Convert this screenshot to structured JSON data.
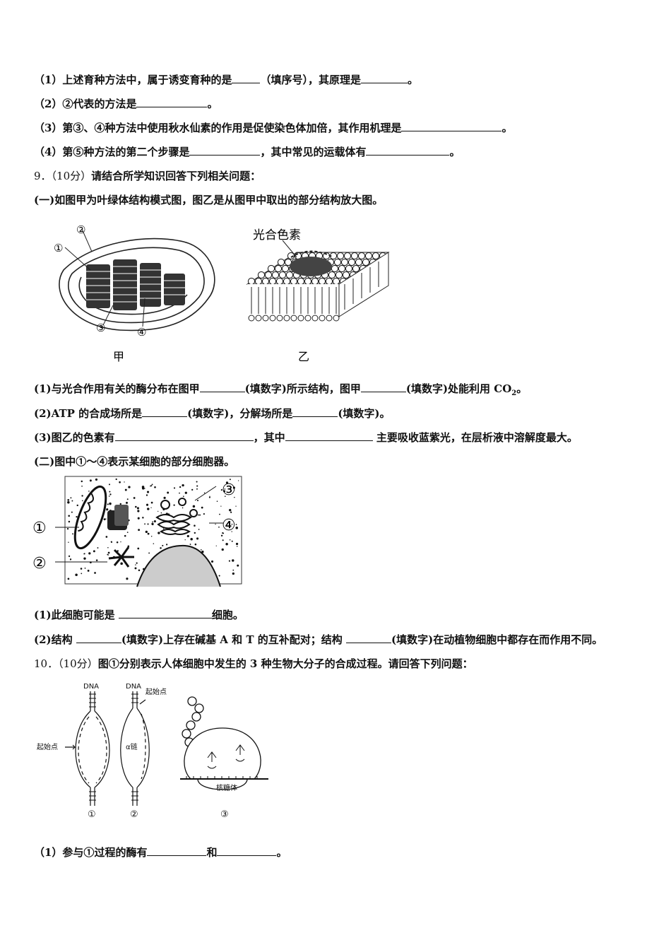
{
  "lines": {
    "l1": {
      "a": "（1）上述育种方法中，属于诱变育种的是",
      "b": "（填序号），其原理是",
      "c": "。"
    },
    "l2": {
      "a": "（2）②代表的方法是",
      "b": "。"
    },
    "l3": {
      "a": "（3）第③、④种方法中使用秋水仙素的作用是促使染色体加倍，其作用机理是",
      "b": "。"
    },
    "l4": {
      "a": "（4）第⑤种方法的第二个步骤是",
      "b": "，其中常见的运载体有",
      "c": "。"
    },
    "q9": {
      "num": "9．（10分）",
      "text": "请结合所学知识回答下列相关问题："
    },
    "p1": "(一)如图甲为叶绿体结构模式图，图乙是从图甲中取出的部分结构放大图。",
    "l5": {
      "a": "(1)与光合作用有关的酶分布在图甲",
      "b": "(填数字)所示结构，图甲",
      "c": "(填数字)处能利用 CO",
      "sub": "2",
      "d": "。"
    },
    "l6": {
      "a": "(2)ATP 的合成场所是",
      "b": "(填数字)，分解场所是",
      "c": "(填数字)。"
    },
    "l7": {
      "a": "(3)图乙的色素有",
      "b": "，其中",
      "c": "主要吸收蓝紫光，在层析液中溶解度最大。"
    },
    "p2": "(二)图中①～④表示某细胞的部分细胞器。",
    "l8": {
      "a": "(1)此细胞可能是",
      "b": "细胞。"
    },
    "l9": {
      "a": "(2)结构",
      "b": "(填数字)上存在碱基 A 和 T 的互补配对；结构",
      "c": "(填数字)在动植物细胞中都存在而作用不同。"
    },
    "q10": {
      "num": "10．（10分）",
      "text": "图①分别表示人体细胞中发生的 3 种生物大分子的合成过程。请回答下列问题："
    },
    "l10": {
      "a": "（1）参与①过程的酶有",
      "b": "和",
      "c": "。"
    }
  },
  "fig1": {
    "jia": "甲",
    "yi": "乙",
    "pigment": "光合色素",
    "n1": "①",
    "n2": "②",
    "n3": "③",
    "n4": "④"
  },
  "fig2": {
    "n1": "①",
    "n2": "②",
    "n3": "③",
    "n4": "④"
  },
  "fig3": {
    "dna": "DNA",
    "start": "起始点",
    "alpha": "α链",
    "ribosome": "核糖体",
    "c1": "①",
    "c2": "②",
    "c3": "③"
  }
}
